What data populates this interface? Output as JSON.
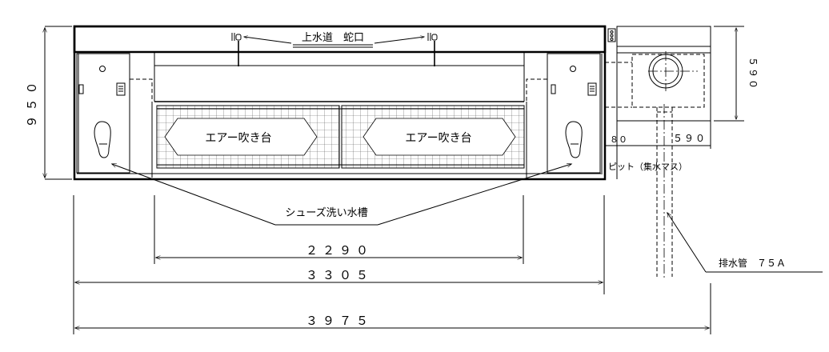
{
  "labels": {
    "faucet": "上水道　蛇口",
    "air_blow_left": "エアー吹き台",
    "air_blow_right": "エアー吹き台",
    "shoe_wash_tank": "シューズ洗い水槽",
    "pit": "ピット（集水マス）",
    "drain_pipe": "排水管　７５Ａ"
  },
  "dimensions": {
    "height": "９５０",
    "pit_height": "５９０",
    "pit_width": "５９０",
    "pit_gap": "８０",
    "inner_width": "２２９０",
    "tank_width": "３３０５",
    "total_width": "３９７５"
  }
}
